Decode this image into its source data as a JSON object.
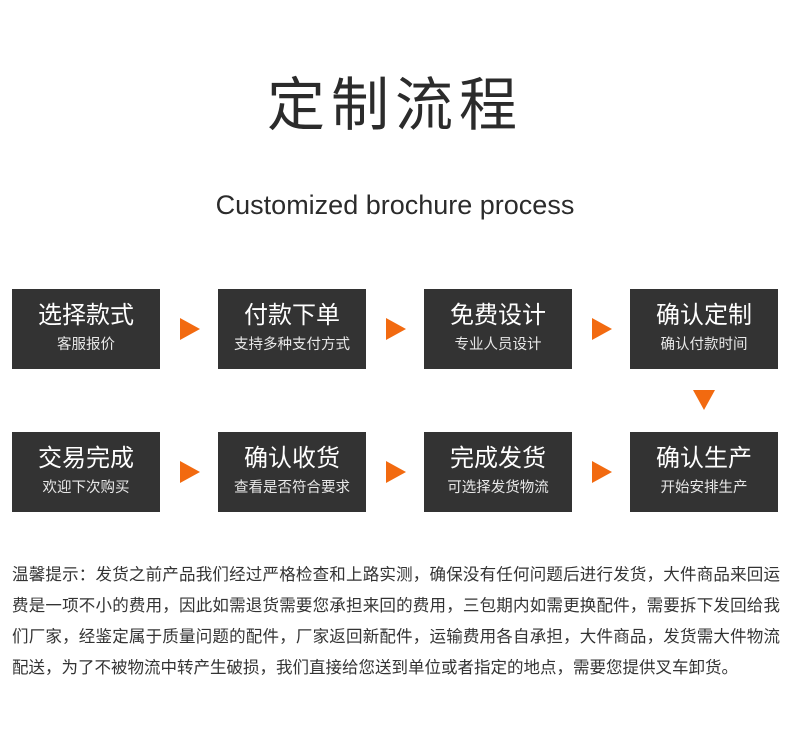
{
  "title": "定制流程",
  "subtitle": "Customized brochure process",
  "steps": [
    {
      "main": "选择款式",
      "sub": "客服报价"
    },
    {
      "main": "付款下单",
      "sub": "支持多种支付方式"
    },
    {
      "main": "免费设计",
      "sub": "专业人员设计"
    },
    {
      "main": "确认定制",
      "sub": "确认付款时间"
    },
    {
      "main": "确认生产",
      "sub": "开始安排生产"
    },
    {
      "main": "完成发货",
      "sub": "可选择发货物流"
    },
    {
      "main": "确认收货",
      "sub": "查看是否符合要求"
    },
    {
      "main": "交易完成",
      "sub": "欢迎下次购买"
    }
  ],
  "note": "温馨提示：发货之前产品我们经过严格检查和上路实测，确保没有任何问题后进行发货，大件商品来回运费是一项不小的费用，因此如需退货需要您承担来回的费用，三包期内如需更换配件，需要拆下发回给我们厂家，经鉴定属于质量问题的配件，厂家返回新配件，运输费用各自承担，大件商品，发货需大件物流配送，为了不被物流中转产生破损，我们直接给您送到单位或者指定的地点，需要您提供叉车卸货。",
  "colors": {
    "box": "#333333",
    "arrow": "#f26a10",
    "text": "#2b2b2b"
  }
}
